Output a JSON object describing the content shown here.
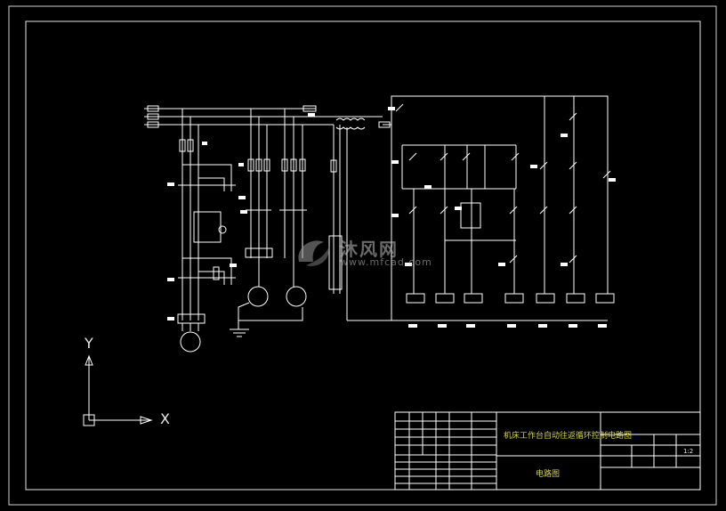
{
  "title_block": {
    "drawing_title": "机床工作台自动往返循环控制电路图",
    "drawing_name": "电路图",
    "scale": "1:2"
  },
  "axes": {
    "y_label": "Y",
    "x_label": "X"
  },
  "watermark": {
    "brand": "沐风网",
    "url": "www.mfcad.com"
  },
  "colors": {
    "background": "#000000",
    "line": "#ffffff",
    "title_text": "#d4d44a"
  }
}
